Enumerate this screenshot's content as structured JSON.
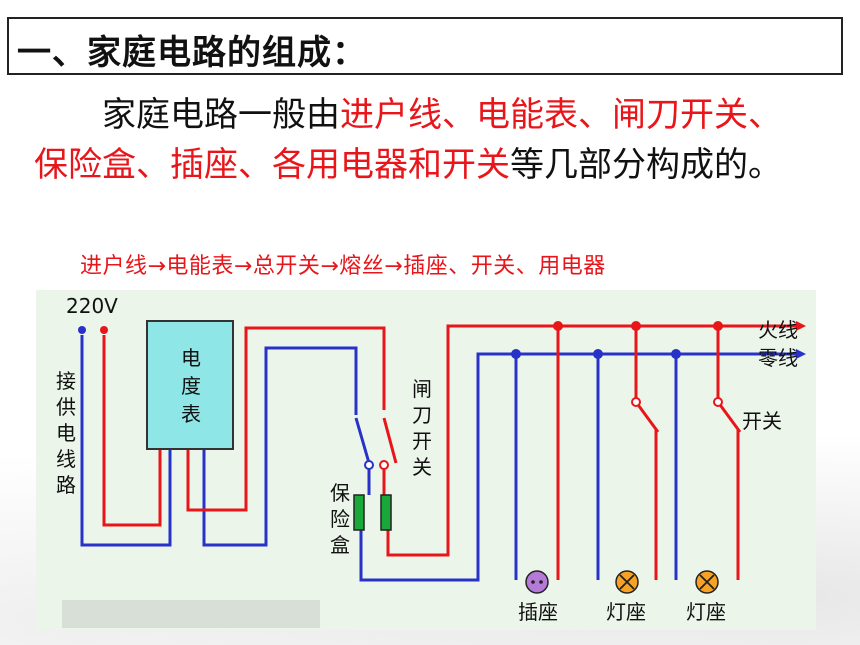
{
  "title": "一、家庭电路的组成：",
  "paragraph": {
    "indent": "　　",
    "part1": "家庭电路一般由",
    "red1": "进户线、电能表、闸刀开关、保险盒、插座、各用电器和开关",
    "part2": "等几部分构成的。"
  },
  "flow": "进户线→电能表→总开关→熔丝→插座、开关、用电器",
  "diagram": {
    "voltage": "220V",
    "supply_label": "接供电线路",
    "meter_label": "电度表",
    "switch_label": "闸刀开关",
    "fuse_label": "保险盒",
    "live_label": "火线",
    "neutral_label": "零线",
    "branch_switch_label": "开关",
    "socket_label": "插座",
    "lamp1_label": "灯座",
    "lamp2_label": "灯座",
    "colors": {
      "live": "#e8161b",
      "neutral": "#2832c8",
      "meter": "#8fe6e6",
      "fuse": "#1aa83a",
      "socket": "#b57ad8",
      "lamp": "#f7a224"
    }
  }
}
